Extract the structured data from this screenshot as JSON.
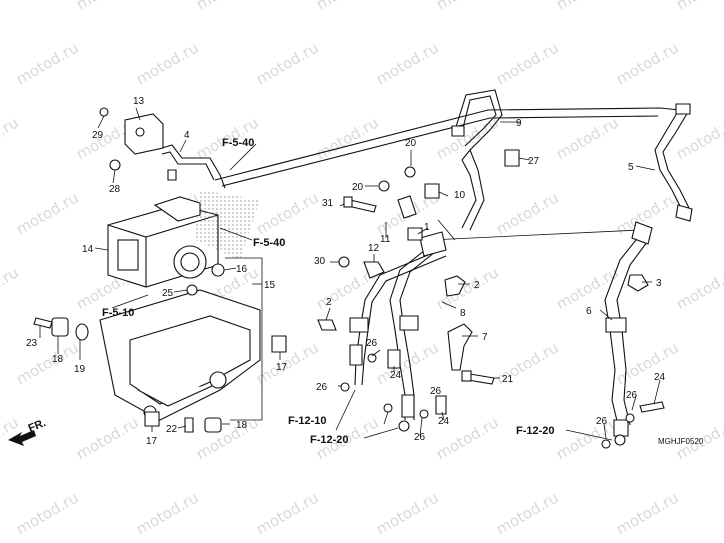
{
  "diagram": {
    "watermark_text": "motod.ru",
    "drawing_code": "MGHJF0520",
    "direction_label": "FR.",
    "part_numbers": [
      "2",
      "3",
      "4",
      "5",
      "6",
      "7",
      "8",
      "9",
      "10",
      "11",
      "12",
      "13",
      "14",
      "15",
      "16",
      "17",
      "18",
      "19",
      "20",
      "21",
      "22",
      "23",
      "24",
      "25",
      "26",
      "27",
      "28",
      "29",
      "30",
      "31"
    ],
    "section_refs": [
      "F-5-40",
      "F-5-10",
      "F-12-10",
      "F-12-20"
    ]
  }
}
